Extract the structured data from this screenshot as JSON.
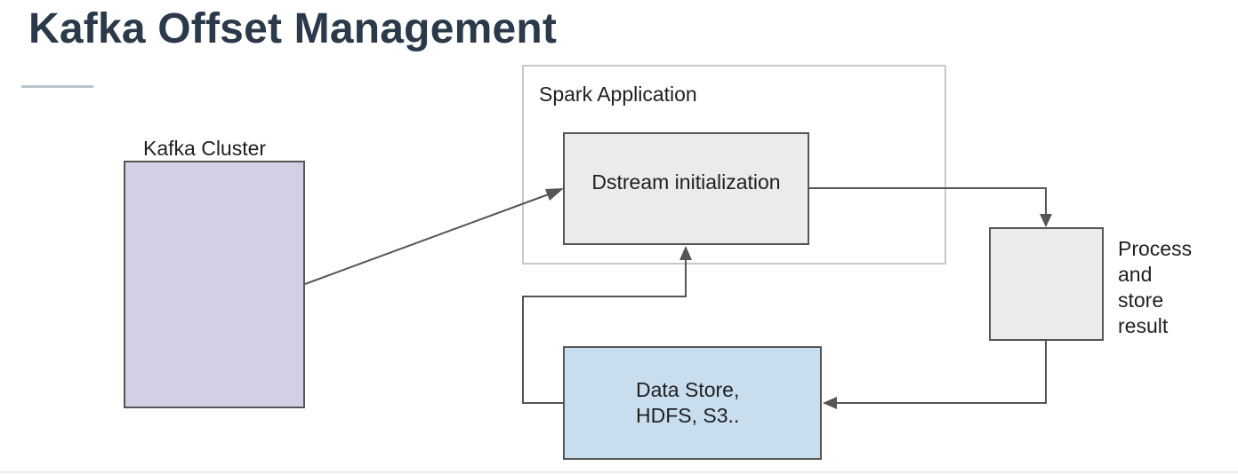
{
  "title": "Kafka Offset Management",
  "nodes": {
    "kafka_cluster": {
      "label": "Kafka Cluster"
    },
    "spark_application": {
      "label": "Spark Application"
    },
    "dstream": {
      "label": "Dstream initialization"
    },
    "process": {
      "lines": [
        "Process",
        "and",
        "store",
        "result"
      ]
    },
    "data_store": {
      "lines": [
        "Data Store,",
        "HDFS, S3.."
      ]
    }
  },
  "edges": [
    {
      "from": "kafka_cluster",
      "to": "dstream"
    },
    {
      "from": "dstream",
      "to": "process"
    },
    {
      "from": "process",
      "to": "data_store"
    },
    {
      "from": "data_store",
      "to": "dstream"
    }
  ],
  "colors": {
    "title": "#2b3a4a",
    "kafka_fill": "#d4cfe5",
    "dstream_fill": "#ebebeb",
    "process_fill": "#ebebeb",
    "data_store_fill": "#c8deef",
    "container_border": "#c8c8c8",
    "connector": "#555555"
  }
}
